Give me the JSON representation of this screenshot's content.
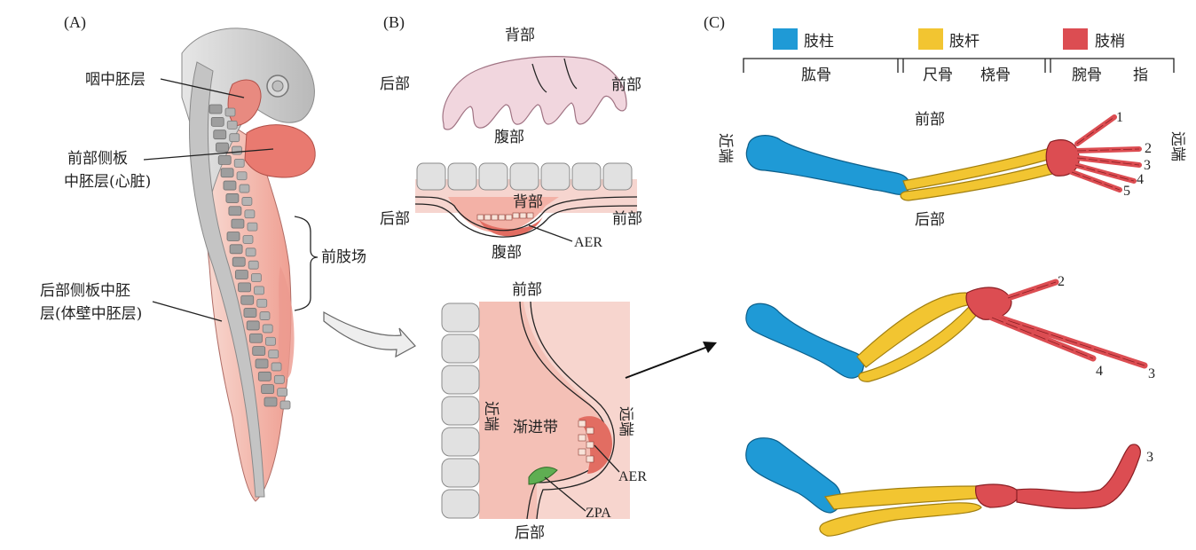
{
  "panels": {
    "a": "(A)",
    "b": "(B)",
    "c": "(C)"
  },
  "panel_a": {
    "pharyngeal": "咽中胚层",
    "anterior_lpm_1": "前部侧板",
    "anterior_lpm_2": "中胚层(心脏)",
    "forelimb_field": "前肢场",
    "posterior_lpm_1": "后部侧板中胚",
    "posterior_lpm_2": "层(体壁中胚层)"
  },
  "panel_b": {
    "hand_dorsal": "背部",
    "hand_posterior": "后部",
    "hand_anterior": "前部",
    "hand_ventral": "腹部",
    "section_dorsal": "背部",
    "section_posterior": "后部",
    "section_anterior": "前部",
    "section_ventral": "腹部",
    "aer_top": "AER",
    "bud_anterior": "前部",
    "bud_proximal": "近端",
    "progress_zone": "渐进带",
    "bud_distal": "远端",
    "aer_bottom": "AER",
    "zpa": "ZPA",
    "bud_posterior": "后部"
  },
  "panel_c": {
    "legend": [
      {
        "label": "肢柱",
        "color": "#1f9ad6"
      },
      {
        "label": "肢杆",
        "color": "#f2c531"
      },
      {
        "label": "肢梢",
        "color": "#dc4d52"
      }
    ],
    "bones": {
      "humerus": "肱骨",
      "ulna": "尺骨",
      "radius": "桡骨",
      "carpals": "腕骨",
      "digits": "指"
    },
    "anterior": "前部",
    "posterior": "后部",
    "proximal": "近端",
    "distal": "远端",
    "digits_top": [
      "1",
      "2",
      "3",
      "4",
      "5"
    ],
    "digits_mid": [
      "2",
      "4",
      "3"
    ],
    "digit_bottom": "3"
  },
  "colors": {
    "stylopod": "#1f9ad6",
    "zeugopod": "#f2c531",
    "autopod": "#dc4d52",
    "zpa": "#5fae52",
    "embryo_pink": "#f4c3b8",
    "embryo_gray": "#c9c9c9"
  }
}
